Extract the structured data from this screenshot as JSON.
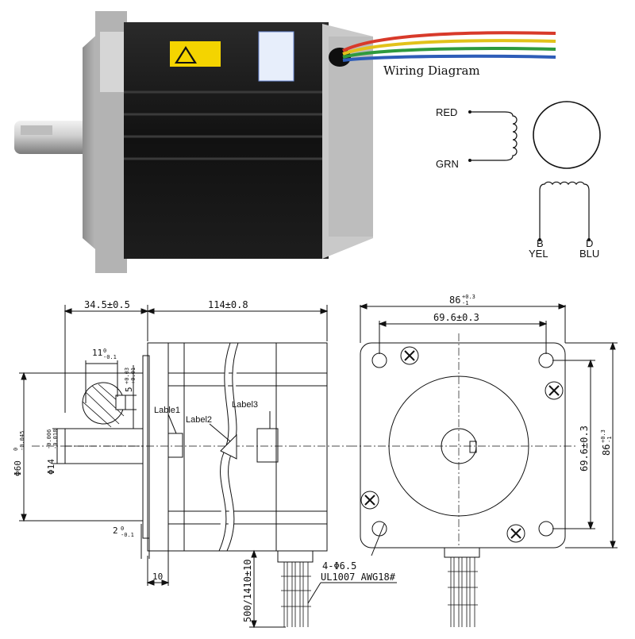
{
  "wiring": {
    "title": "Wiring Diagram",
    "red": "RED",
    "grn": "GRN",
    "b": "B",
    "yel": "YEL",
    "d": "D",
    "blu": "BLU"
  },
  "side_view": {
    "dim_shaft_len": "34.5±0.5",
    "dim_body_len": "114±0.8",
    "dim_key_w": "11",
    "dim_key_w_tol": "0\n-0.1",
    "dim_key_d": "5",
    "dim_key_d_tol": "+0.03\n+0.01",
    "dim_boss_dia": "Φ60",
    "dim_boss_dia_tol": "0\n-0.045",
    "dim_shaft_dia": "Φ14",
    "dim_shaft_dia_tol": "-0.006\n-0.018",
    "dim_boss_h": "2",
    "dim_boss_h_tol": "0\n-0.1",
    "dim_flange": "10",
    "label1": "Lable1",
    "label2": "Label2",
    "label3": "Label3",
    "lead_len": "500/1410±10",
    "wire_spec": "UL1007  AWG18#"
  },
  "front_view": {
    "dim_width": "86",
    "dim_width_tol": "+0.3\n-1",
    "dim_hole_spacing": "69.6±0.3",
    "dim_hole_spacing_v": "69.6±0.3",
    "dim_height": "86",
    "dim_height_tol": "+0.3\n-1",
    "holes": "4-Φ6.5"
  },
  "colors": {
    "wire_red": "#d83a2a",
    "wire_green": "#2e9a3e",
    "wire_yellow": "#e2c21a",
    "wire_blue": "#2e5db8",
    "motor_body": "#161616",
    "motor_flange": "#b9b9b9",
    "warning_label": "#f4d400"
  },
  "icons": {
    "warning_label": "electric-hazard-triangle",
    "nameplate": "nameplate-label"
  }
}
